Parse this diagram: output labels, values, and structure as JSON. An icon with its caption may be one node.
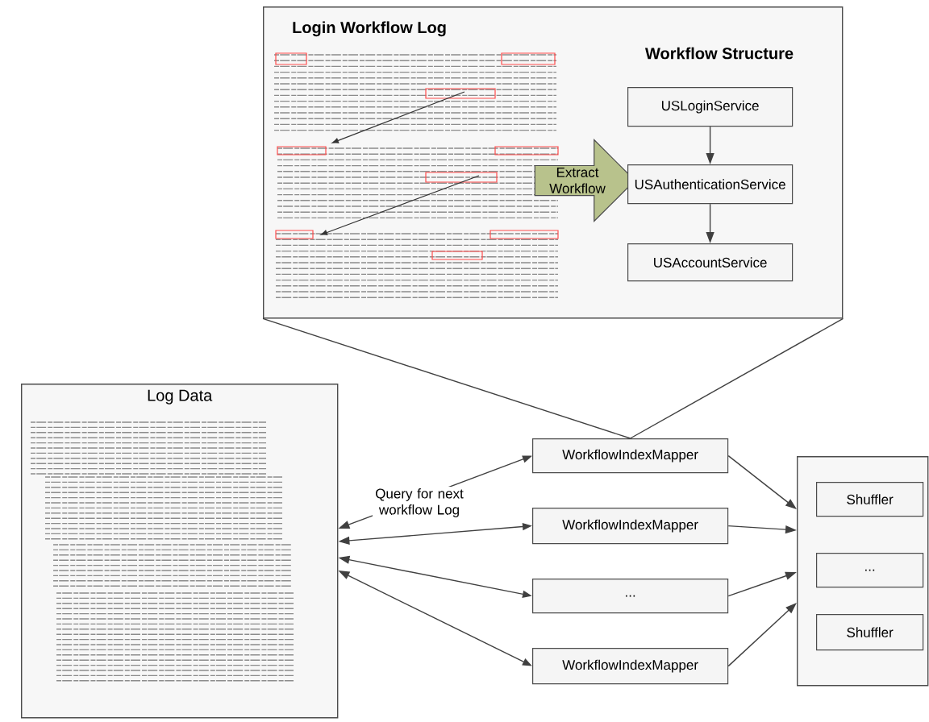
{
  "diagram": {
    "nodes": [
      {
        "text": [],
        "shape": "box"
      },
      {
        "text": [
          "Login Workflow Log"
        ],
        "in": 0
      },
      {
        "text": [
          "Extract Workflow"
        ],
        "in": 0
      },
      {
        "text": [
          "USLoginService"
        ],
        "in": 0
      },
      {
        "text": [
          "USAuthenticationService"
        ],
        "in": 0
      },
      {
        "text": [
          "USAccountService"
        ],
        "in": 0
      },
      {
        "text": [
          "Log Data"
        ]
      },
      {
        "text": [
          "WorkflowIndexMapper"
        ]
      },
      {
        "text": [
          "WorkflowIndexMapper"
        ]
      },
      {
        "text": [
          "..."
        ]
      },
      {
        "text": [
          "WorkflowIndexMapper"
        ]
      },
      {
        "text": [],
        "shape": "box"
      },
      {
        "text": [
          "Shuffler"
        ],
        "in": 11
      },
      {
        "text": [
          "..."
        ],
        "in": 11
      },
      {
        "text": [
          "Shuffler"
        ],
        "in": 11
      }
    ],
    "edges": [
      {
        "from": 7,
        "to": 6,
        "arrow": "both",
        "label": "Query for next workflow Log"
      },
      {
        "from": 8,
        "to": 6,
        "arrow": "both"
      },
      {
        "from": 9,
        "to": 6,
        "arrow": "both"
      },
      {
        "from": 10,
        "to": 6,
        "arrow": "both"
      },
      {
        "from": 3,
        "to": 4,
        "arrow": "to"
      },
      {
        "from": 4,
        "to": 5,
        "arrow": "to"
      },
      {
        "from": 7,
        "to": 11,
        "arrow": "to"
      },
      {
        "from": 8,
        "to": 11,
        "arrow": "to"
      },
      {
        "from": 9,
        "to": 11,
        "arrow": "to"
      },
      {
        "from": 10,
        "to": 11,
        "arrow": "to"
      },
      {
        "from": 0,
        "to": 7,
        "arrow": "none"
      },
      {
        "from": 0,
        "to": 7,
        "arrow": "none"
      }
    ],
    "labels": [
      "Workflow Structure"
    ]
  }
}
